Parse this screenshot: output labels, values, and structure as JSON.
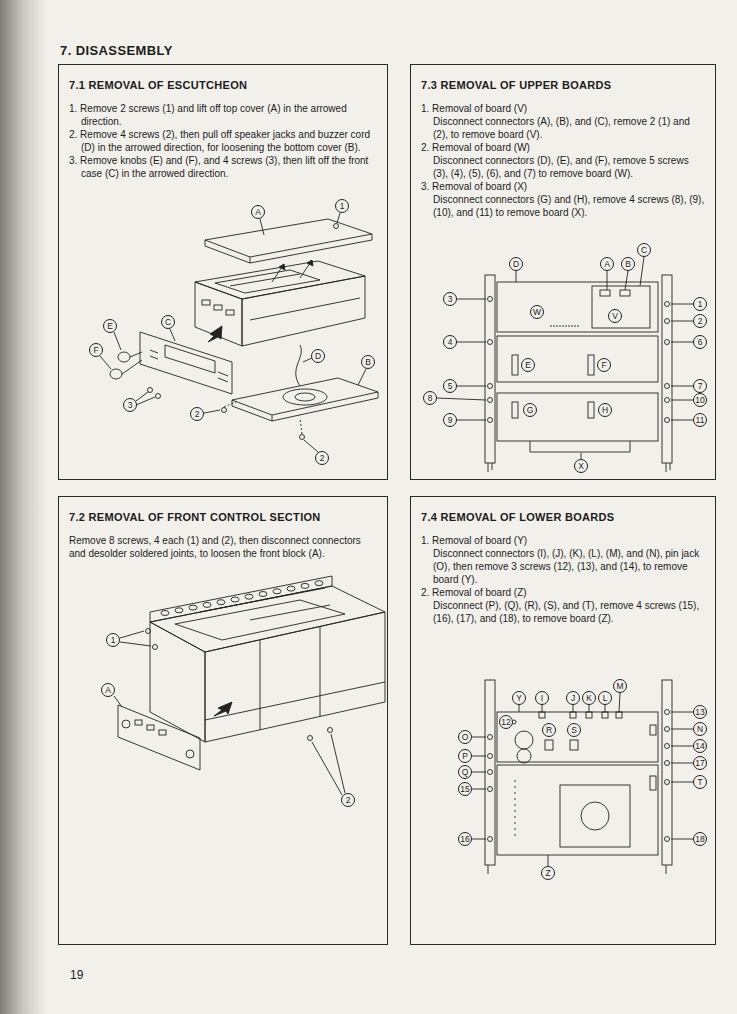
{
  "diagram": {
    "title": "7. DISASSEMBLY",
    "nodes": [
      {
        "text": [
          "7.1 REMOVAL OF ESCUTCHEON",
          "1. Remove 2 screws (1) and lift off top cover (A) in the arrowed direction.",
          "2. Remove 4 screws (2), then pull off speaker jacks and buzzer cord (D) in the arrowed direction, for loosening the bottom cover (B).",
          "3. Remove knobs (E) and (F), and 4 screws (3), then lift off the front case (C) in the arrowed direction."
        ]
      },
      {
        "text": [
          "7.3 REMOVAL OF UPPER BOARDS",
          "1. Removal of board (V)",
          "Disconnect connectors (A), (B), and (C), remove 2 (1) and (2), to remove board (V).",
          "2. Removal of board (W)",
          "Disconnect connectors (D), (E), and (F), remove 5 screws (3), (4), (5), (6), and (7) to remove board (W).",
          "3. Removal of board (X)",
          "Disconnect connectors (G) and (H), remove 4 screws (8), (9), (10), and (11) to remove board (X)."
        ]
      },
      {
        "text": [
          "7.2 REMOVAL OF FRONT CONTROL SECTION",
          "Remove 8 screws, 4 each (1) and (2), then disconnect connectors and desolder soldered joints, to loosen the front block (A)."
        ]
      },
      {
        "text": [
          "7.4 REMOVAL OF LOWER BOARDS",
          "1. Removal of board (Y)",
          "Disconnect connectors (I), (J), (K), (L), (M), and (N), pin jack (O), then remove 3 screws (12), (13), and (14), to remove board (Y).",
          "2. Removal of board (Z)",
          "Disconnect (P), (Q), (R), (S), and (T), remove 4 screws (15), (16), (17), and (18), to remove board (Z)."
        ]
      }
    ],
    "labels": [
      "A",
      "1",
      "C",
      "E",
      "F",
      "3",
      "D",
      "B",
      "2",
      "2",
      "D",
      "A",
      "B",
      "C",
      "3",
      "W",
      "V",
      "1",
      "2",
      "4",
      "E",
      "F",
      "6",
      "5",
      "7",
      "8",
      "10",
      "G",
      "H",
      "9",
      "11",
      "X",
      "1",
      "A",
      "2",
      "Y",
      "I",
      "J",
      "K",
      "L",
      "M",
      "12",
      "O",
      "13",
      "N",
      "P",
      "R",
      "S",
      "14",
      "Q",
      "17",
      "T",
      "15",
      "16",
      "18",
      "Z",
      "19"
    ]
  }
}
